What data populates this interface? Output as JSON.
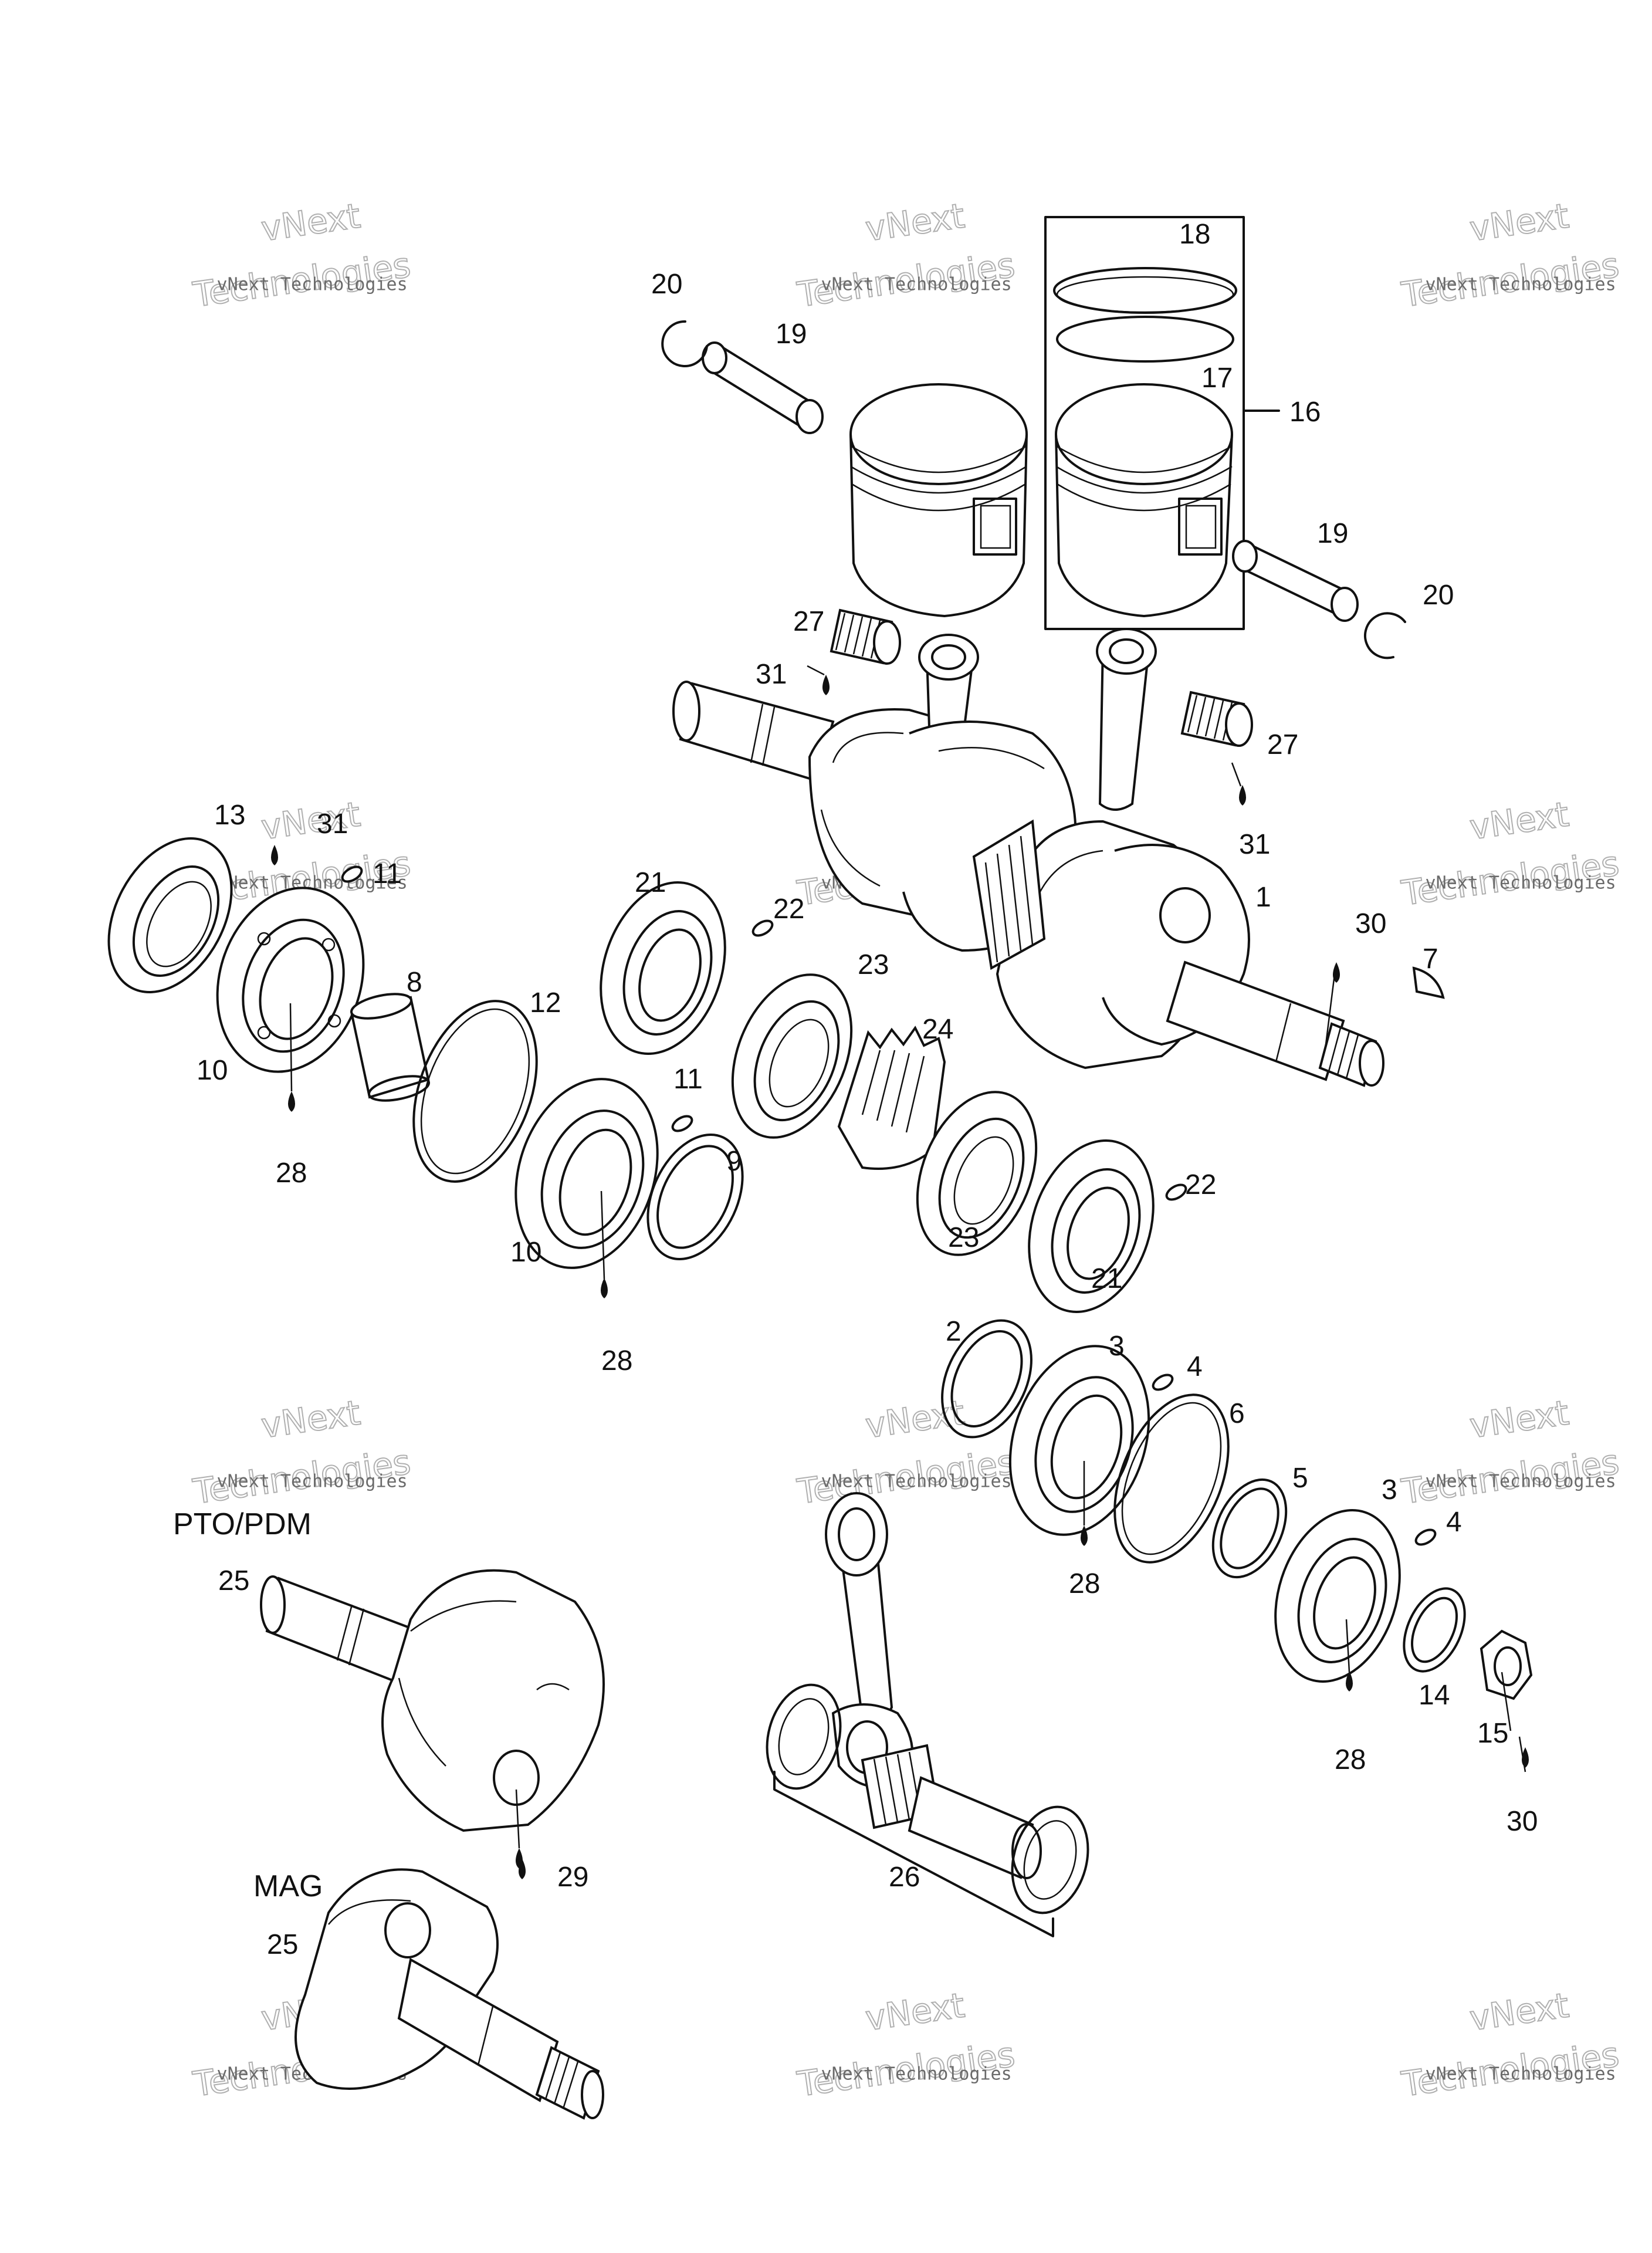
{
  "watermark": {
    "line1": "vNext Technologies",
    "line2": "vNext",
    "line3": "Technologies"
  },
  "section_labels": {
    "pto": "PTO/PDM",
    "mag": "MAG"
  },
  "callouts": [
    {
      "id": "c18",
      "text": "18"
    },
    {
      "id": "c20a",
      "text": "20"
    },
    {
      "id": "c19a",
      "text": "19"
    },
    {
      "id": "c17",
      "text": "17"
    },
    {
      "id": "c16",
      "text": "16"
    },
    {
      "id": "c19b",
      "text": "19"
    },
    {
      "id": "c20b",
      "text": "20"
    },
    {
      "id": "c27a",
      "text": "27"
    },
    {
      "id": "c31a",
      "text": "31"
    },
    {
      "id": "c27b",
      "text": "27"
    },
    {
      "id": "c31b",
      "text": "31"
    },
    {
      "id": "c13",
      "text": "13"
    },
    {
      "id": "c31c",
      "text": "31"
    },
    {
      "id": "c11a",
      "text": "11"
    },
    {
      "id": "c21a",
      "text": "21"
    },
    {
      "id": "c22a",
      "text": "22"
    },
    {
      "id": "c1",
      "text": "1"
    },
    {
      "id": "c30a",
      "text": "30"
    },
    {
      "id": "c7",
      "text": "7"
    },
    {
      "id": "c8",
      "text": "8"
    },
    {
      "id": "c12",
      "text": "12"
    },
    {
      "id": "c23a",
      "text": "23"
    },
    {
      "id": "c24",
      "text": "24"
    },
    {
      "id": "c10a",
      "text": "10"
    },
    {
      "id": "c28a",
      "text": "28"
    },
    {
      "id": "c11b",
      "text": "11"
    },
    {
      "id": "c9",
      "text": "9"
    },
    {
      "id": "c22b",
      "text": "22"
    },
    {
      "id": "c10b",
      "text": "10"
    },
    {
      "id": "c23b",
      "text": "23"
    },
    {
      "id": "c21b",
      "text": "21"
    },
    {
      "id": "c28b",
      "text": "28"
    },
    {
      "id": "c2",
      "text": "2"
    },
    {
      "id": "c3a",
      "text": "3"
    },
    {
      "id": "c4a",
      "text": "4"
    },
    {
      "id": "c6",
      "text": "6"
    },
    {
      "id": "c5",
      "text": "5"
    },
    {
      "id": "c3b",
      "text": "3"
    },
    {
      "id": "c4b",
      "text": "4"
    },
    {
      "id": "c28c",
      "text": "28"
    },
    {
      "id": "c25a",
      "text": "25"
    },
    {
      "id": "c14",
      "text": "14"
    },
    {
      "id": "c15",
      "text": "15"
    },
    {
      "id": "c28d",
      "text": "28"
    },
    {
      "id": "c30b",
      "text": "30"
    },
    {
      "id": "c29",
      "text": "29"
    },
    {
      "id": "c26",
      "text": "26"
    },
    {
      "id": "c25b",
      "text": "25"
    }
  ]
}
